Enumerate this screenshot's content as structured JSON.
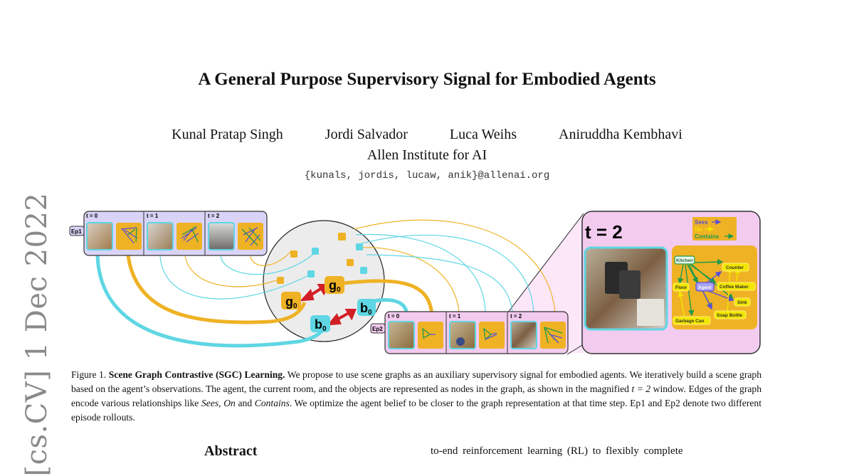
{
  "side_stamp": "[cs.CV]  1 Dec 2022",
  "title": "A General Purpose Supervisory Signal for Embodied Agents",
  "authors": [
    "Kunal Pratap Singh",
    "Jordi Salvador",
    "Luca Weihs",
    "Aniruddha Kembhavi"
  ],
  "affiliation": "Allen Institute for AI",
  "email": "{kunals, jordis, lucaw, anik}@allenai.org",
  "figure": {
    "ep1_label": "Ep1",
    "ep2_label": "Ep2",
    "timesteps": [
      "t = 0",
      "t = 1",
      "t = 2"
    ],
    "magnified_label": "t = 2",
    "node_g": "g",
    "node_b": "b",
    "subscript": "0",
    "legend": [
      {
        "label": "Sees",
        "color": "#5b4fd6"
      },
      {
        "label": "On",
        "color": "#f2e600"
      },
      {
        "label": "Contains",
        "color": "#1f9a4a"
      }
    ],
    "graph_nodes": {
      "kitchen": "Kitchen",
      "counter": "Counter",
      "floor": "Floor",
      "agent": "Agent",
      "coffee_maker": "Coffee Maker",
      "sink": "Sink",
      "soap_bottle": "Soap Bottle",
      "garbage_can": "Garbage Can"
    },
    "colors": {
      "cyan": "#5fd6e3",
      "orange": "#efb224",
      "ep1_bg": "#d9d4f7",
      "ep2_bg": "#f2cbef",
      "red": "#d21f27"
    }
  },
  "caption": {
    "figure_label": "Figure 1.",
    "bold_title": "Scene Graph Contrastive (SGC) Learning.",
    "text_1": " We propose to use scene graphs as an auxiliary supervisory signal for embodied agents. We iteratively build a scene graph based on the agent’s observations. The agent, the current room, and the objects are represented as nodes in the graph, as shown in the magnified ",
    "math": "t = 2",
    "text_2": " window. Edges of the graph encode various relationships like ",
    "rel_1": "Sees",
    "sep_1": ", ",
    "rel_2": "On",
    "sep_2": " and ",
    "rel_3": "Contains",
    "text_3": ". We optimize the agent belief to be closer to the graph representation at that time step. Ep1 and Ep2 denote two different episode rollouts."
  },
  "abstract_heading": "Abstract",
  "column2_start": "to-end reinforcement learning (RL) to flexibly complete"
}
